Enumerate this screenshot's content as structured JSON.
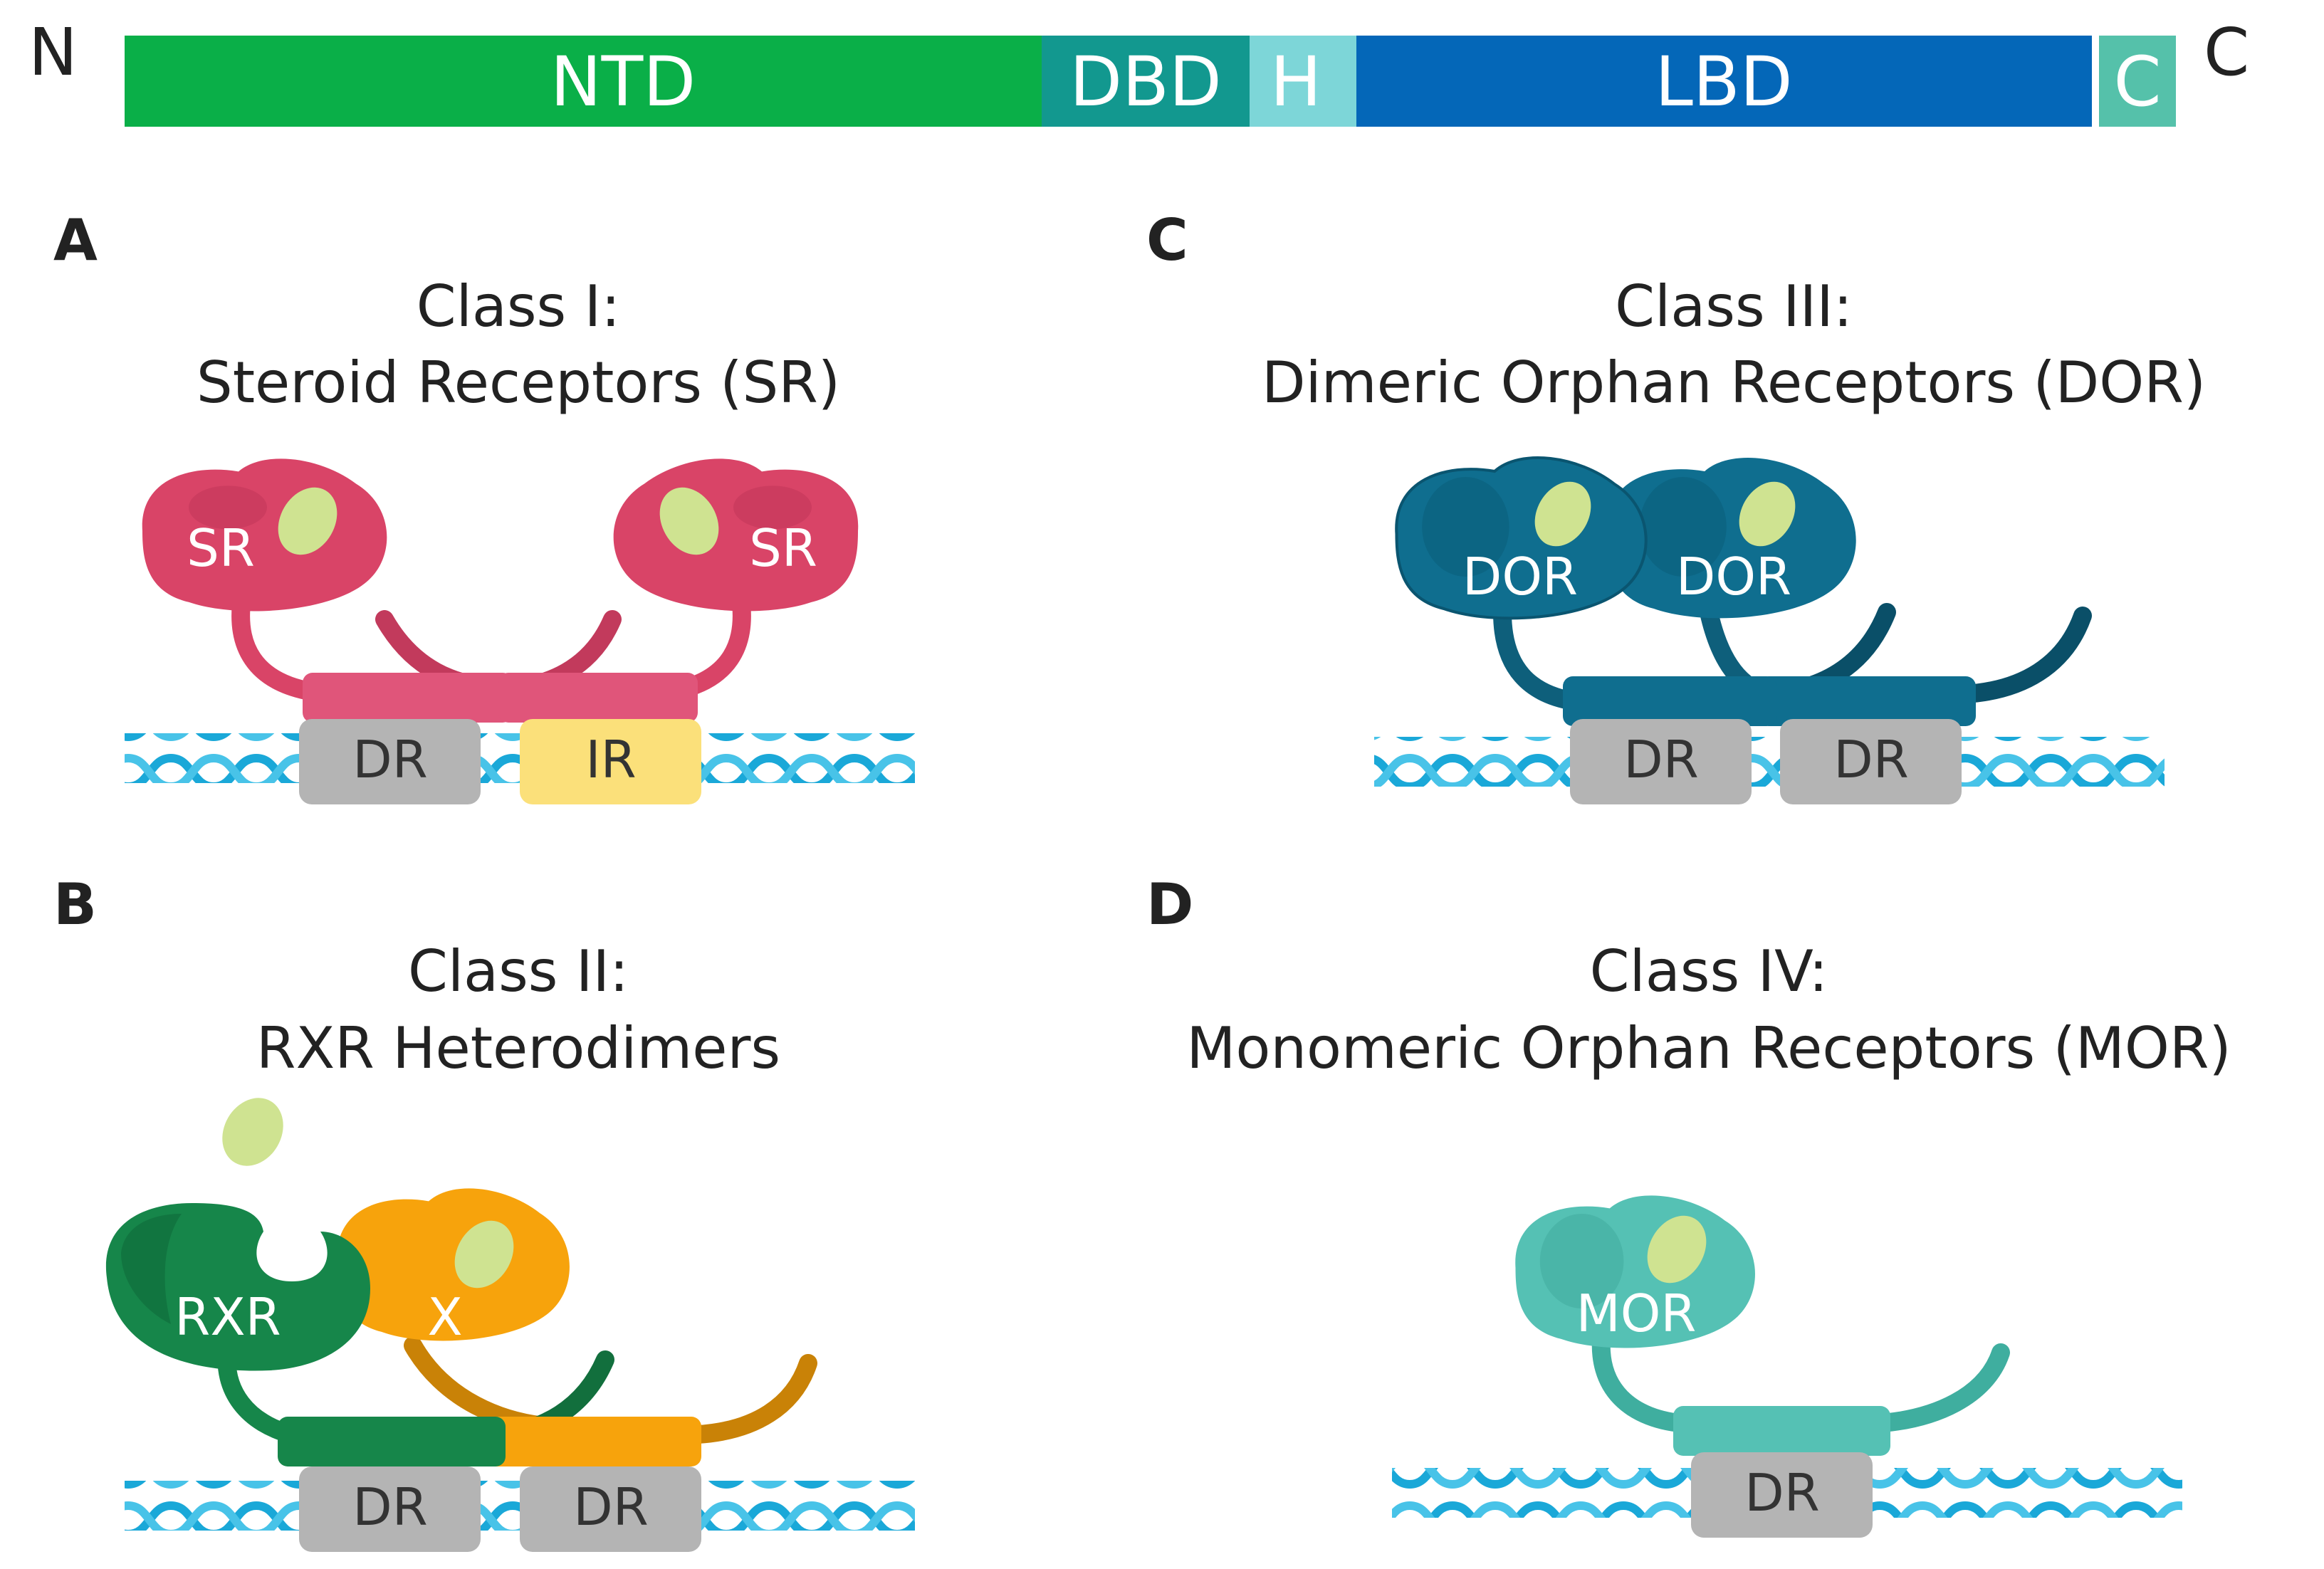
{
  "domain_bar": {
    "n_label": "N",
    "c_label": "C",
    "segments": [
      {
        "label": "NTD",
        "color": "#0aaf48"
      },
      {
        "label": "DBD",
        "color": "#12988f"
      },
      {
        "label": "H",
        "color": "#7dd6d8"
      },
      {
        "label": "LBD",
        "color": "#0467b8"
      },
      {
        "label": "C",
        "color": "#55c1aa"
      }
    ]
  },
  "panels": {
    "a": {
      "letter": "A",
      "title_line1": "Class I:",
      "title_line2": "Steroid Receptors (SR)",
      "receptor_left": "SR",
      "receptor_right": "SR",
      "element_left": "DR",
      "element_right": "IR"
    },
    "b": {
      "letter": "B",
      "title_line1": "Class II:",
      "title_line2": "RXR Heterodimers",
      "receptor_left": "RXR",
      "receptor_right": "X",
      "element_left": "DR",
      "element_right": "DR"
    },
    "c": {
      "letter": "C",
      "title_line1": "Class III:",
      "title_line2": "Dimeric Orphan Receptors (DOR)",
      "receptor_left": "DOR",
      "receptor_right": "DOR",
      "element_left": "DR",
      "element_right": "DR"
    },
    "d": {
      "letter": "D",
      "title_line1": "Class IV:",
      "title_line2": "Monomeric Orphan Receptors (MOR)",
      "receptor": "MOR",
      "element": "DR"
    }
  },
  "colors": {
    "sr": "#d94467",
    "rxr": "#16864a",
    "x_receptor": "#f7a30c",
    "dor": "#0f6e8f",
    "mor": "#55c1b4",
    "ligand": "#cfe391",
    "dna": "#1aa8d8",
    "dr_box": "#b4b4b4",
    "ir_box": "#fbe07a"
  }
}
